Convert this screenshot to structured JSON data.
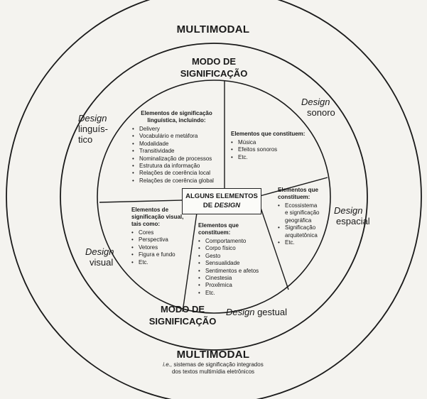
{
  "outer": {
    "top_title": "MULTIMODAL",
    "bottom_title": "MULTIMODAL",
    "bottom_note_prefix": "i.e.,",
    "bottom_note_line1": " sistemas de significação integrados",
    "bottom_note_line2": "dos textos multimídia eletrônicos"
  },
  "middle": {
    "top_mode": [
      "MODO DE",
      "SIGNIFICAÇÃO"
    ],
    "bottom_mode": [
      "MODO DE",
      "SIGNIFICAÇÃO"
    ]
  },
  "design_labels": {
    "linguistic": {
      "italic": "Design",
      "label1": "linguís-",
      "label2": "tico"
    },
    "sound": {
      "italic": "Design",
      "label": "sonoro"
    },
    "spatial": {
      "italic": "Design",
      "label": "espacial"
    },
    "visual": {
      "italic": "Design",
      "label": "visual"
    },
    "gestural": {
      "italic": "Design",
      "label": " gestual"
    }
  },
  "center": {
    "line1": "ALGUNS ELEMENTOS",
    "line2_prefix": "DE ",
    "line2_italic": "DESIGN"
  },
  "sectors": {
    "linguistic": {
      "title1": "Elementos de significação",
      "title2": "linguística, incluindo:",
      "items": [
        "Delivery",
        "Vocabulário e metáfora",
        "Modalidade",
        "Transitividade",
        "Nominalização de processos",
        "Estrutura da informação",
        "Relações de coerência local",
        "Relações de coerência global"
      ]
    },
    "sound": {
      "title": "Elementos que constituem:",
      "items": [
        "Música",
        "Efeitos sonoros",
        "Etc."
      ]
    },
    "spatial": {
      "title1": "Elementos que",
      "title2": "constituem:",
      "items": [
        "Ecossistema",
        "e significação",
        "geográfica",
        "Significação",
        "arquitetônica",
        "Etc."
      ]
    },
    "gestural": {
      "title1": "Elementos que",
      "title2": "constituem:",
      "items": [
        "Comportamento",
        "Corpo físico",
        "Gesto",
        "Sensualidade",
        "Sentimentos e afetos",
        "Cinestesia",
        "Proxêmica",
        "Etc."
      ]
    },
    "visual": {
      "title1": "Elementos de",
      "title2": "significação visual,",
      "title3": "tais como:",
      "items": [
        "Cores",
        "Perspectiva",
        "Vetores",
        "Figura e fundo",
        "Etc."
      ]
    }
  }
}
